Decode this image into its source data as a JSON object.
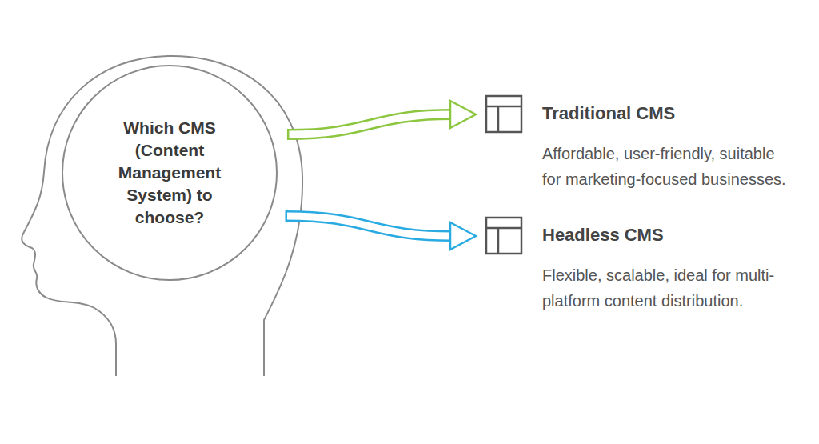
{
  "diagram": {
    "nodes": [
      {
        "text": [
          "Which CMS (Content Management System) to choose?"
        ]
      },
      {
        "text": [
          "Traditional CMS",
          "Affordable, user-friendly, suitable for marketing-focused businesses."
        ]
      },
      {
        "text": [
          "Headless CMS",
          "Flexible, scalable, ideal for multi-platform content distribution."
        ]
      }
    ],
    "edges": [
      {
        "from": 0,
        "to": 1,
        "arrow": "to"
      },
      {
        "from": 0,
        "to": 2,
        "arrow": "to"
      }
    ]
  }
}
